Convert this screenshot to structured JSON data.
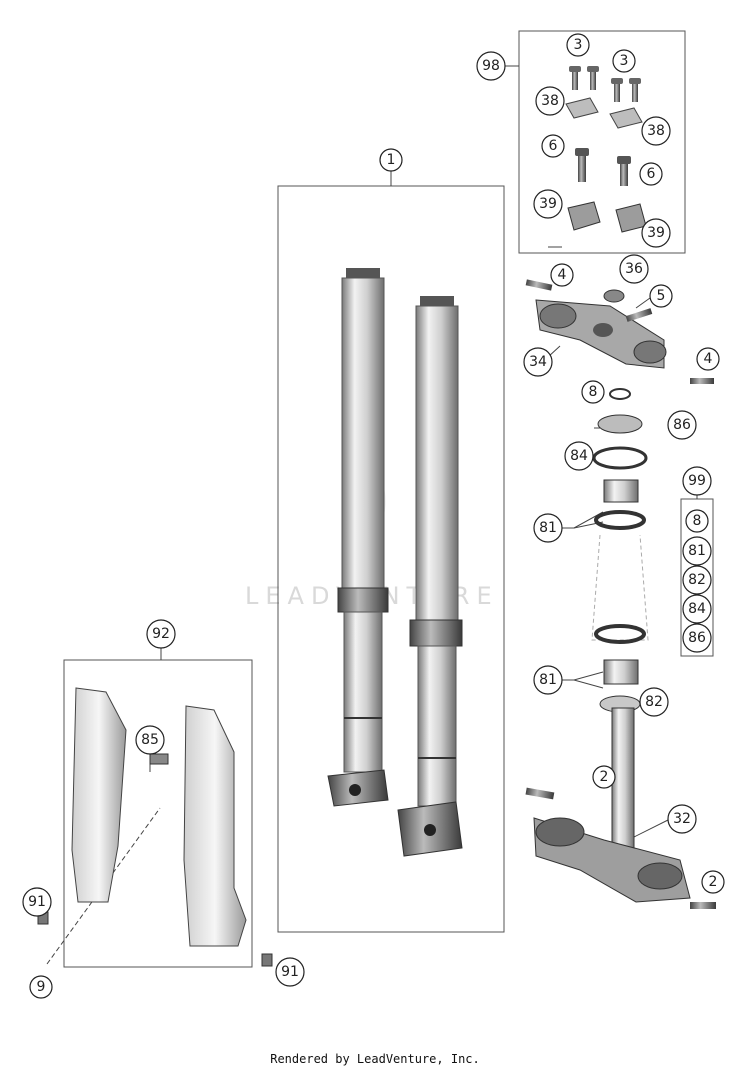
{
  "diagram": {
    "watermark": "LEADVENTURE",
    "callouts": {
      "c1": "1",
      "c3a": "3",
      "c3b": "3",
      "c98": "98",
      "c38a": "38",
      "c38b": "38",
      "c6a": "6",
      "c6b": "6",
      "c39a": "39",
      "c39b": "39",
      "c4a": "4",
      "c36": "36",
      "c5": "5",
      "c34": "34",
      "c4b": "4",
      "c8a": "8",
      "c86a": "86",
      "c84a": "84",
      "c99": "99",
      "c81a": "81",
      "c8b": "8",
      "c81b": "81",
      "c82a": "82",
      "c84b": "84",
      "c86b": "86",
      "c81c": "81",
      "c82b": "82",
      "c92": "92",
      "c85": "85",
      "c2a": "2",
      "c32": "32",
      "c2b": "2",
      "c91a": "91",
      "c91b": "91",
      "c9": "9"
    }
  },
  "footer": {
    "credit": "Rendered by LeadVenture, Inc."
  }
}
